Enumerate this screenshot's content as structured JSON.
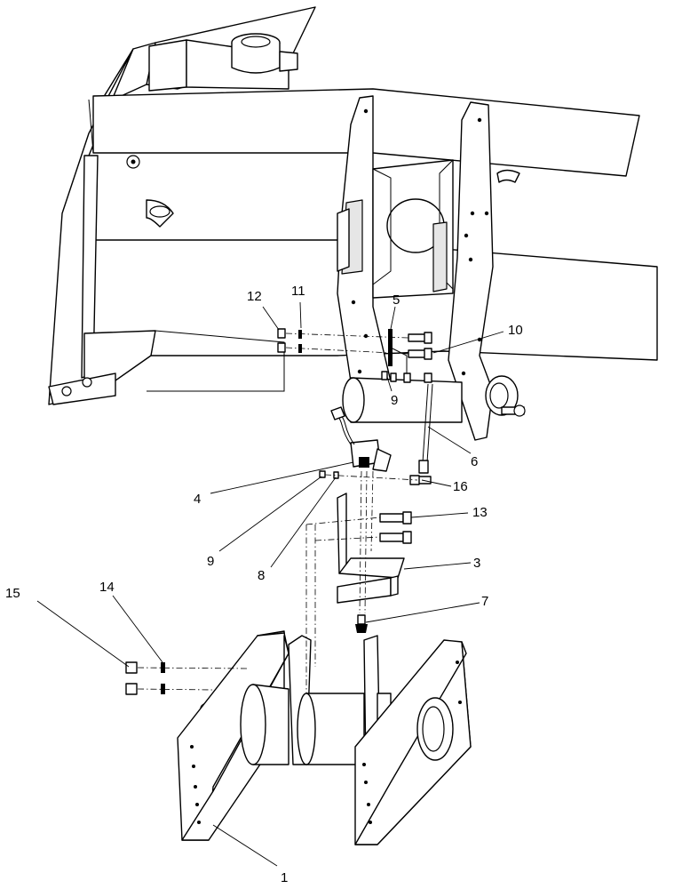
{
  "callouts": [
    {
      "id": "c12",
      "label": "12"
    },
    {
      "id": "c11",
      "label": "11"
    },
    {
      "id": "c5",
      "label": "5"
    },
    {
      "id": "c10",
      "label": "10"
    },
    {
      "id": "c9a",
      "label": "9"
    },
    {
      "id": "c6",
      "label": "6"
    },
    {
      "id": "c4",
      "label": "4"
    },
    {
      "id": "c16",
      "label": "16"
    },
    {
      "id": "c13",
      "label": "13"
    },
    {
      "id": "c9b",
      "label": "9"
    },
    {
      "id": "c8",
      "label": "8"
    },
    {
      "id": "c3",
      "label": "3"
    },
    {
      "id": "c15",
      "label": "15"
    },
    {
      "id": "c14",
      "label": "14"
    },
    {
      "id": "c7",
      "label": "7"
    },
    {
      "id": "c1",
      "label": "1"
    }
  ]
}
